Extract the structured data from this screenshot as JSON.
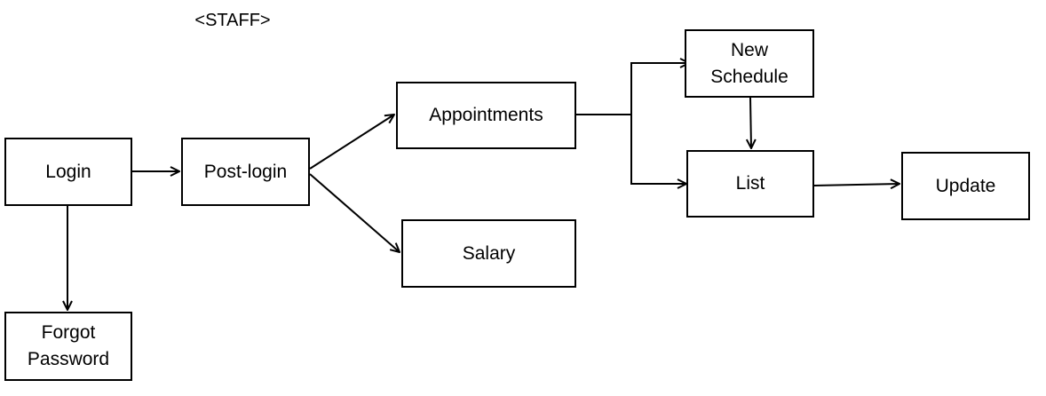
{
  "diagram": {
    "title": "<STAFF>",
    "nodes": {
      "login": "Login",
      "forgot_password": "Forgot\nPassword",
      "post_login": "Post-login",
      "appointments": "Appointments",
      "salary": "Salary",
      "new_schedule": "New\nSchedule",
      "list": "List",
      "update": "Update"
    },
    "edges": [
      {
        "from": "login",
        "to": "post_login"
      },
      {
        "from": "login",
        "to": "forgot_password"
      },
      {
        "from": "post_login",
        "to": "appointments"
      },
      {
        "from": "post_login",
        "to": "salary"
      },
      {
        "from": "appointments",
        "to": "new_schedule"
      },
      {
        "from": "appointments",
        "to": "list"
      },
      {
        "from": "new_schedule",
        "to": "list"
      },
      {
        "from": "list",
        "to": "update"
      }
    ],
    "colors": {
      "line": "#000000",
      "box_fill": "#ffffff",
      "background": "#ffffff"
    }
  }
}
